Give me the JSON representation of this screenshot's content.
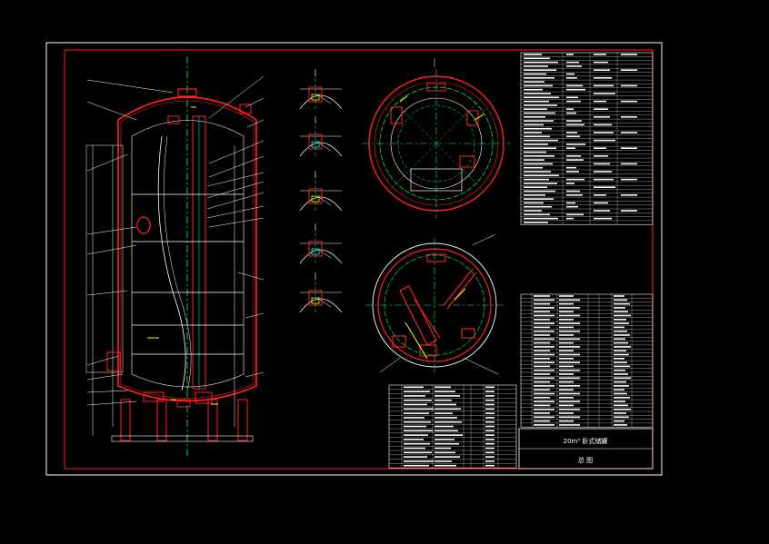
{
  "title_block": {
    "title": "20m³ 卧式储罐",
    "subtitle": "总 图"
  },
  "colors": {
    "background": "#000000",
    "sheet_border": "#ffffff",
    "frame": "#ff2020",
    "vessel": "#ff2020",
    "centerline": "#00ff66",
    "internals": "#ffffff",
    "dims": "#ffff00",
    "accent_cyan": "#00ffff",
    "accent_magenta": "#ff00ff"
  },
  "views": [
    {
      "name": "main-elevation"
    },
    {
      "name": "nozzle-details"
    },
    {
      "name": "top-plan"
    },
    {
      "name": "bottom-plan"
    }
  ]
}
